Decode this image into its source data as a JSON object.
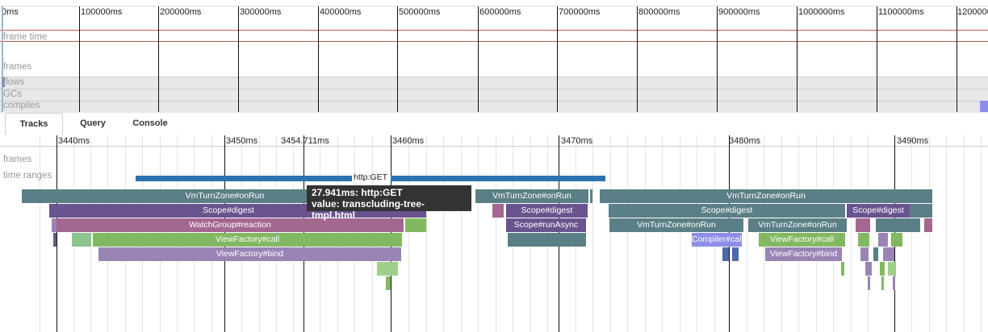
{
  "overview": {
    "tick_labels": [
      "0ms",
      "100000ms",
      "200000ms",
      "300000ms",
      "400000ms",
      "500000ms",
      "600000ms",
      "700000ms",
      "800000ms",
      "900000ms",
      "1000000ms",
      "1100000ms",
      "1200000"
    ],
    "tracks": {
      "frame_time": "frame time",
      "frames": "frames",
      "flows": "flows",
      "gcs": "GCs",
      "compiles": "compiles"
    }
  },
  "tabs": [
    {
      "label": "Tracks",
      "active": true
    },
    {
      "label": "Query",
      "active": false
    },
    {
      "label": "Console",
      "active": false
    }
  ],
  "timeline": {
    "tick_labels": [
      "3440ms",
      "3450ms",
      "3454.711ms",
      "3460ms",
      "3470ms",
      "3480ms",
      "3490ms"
    ],
    "tracks": {
      "frames": "frames",
      "time_ranges": "time ranges"
    },
    "range_label": "http:GET",
    "tooltip": {
      "line1": "27.941ms: http:GET",
      "line2": "value: transcluding-tree-tmpl.html"
    },
    "slices": [
      "VmTurnZone#onRun",
      "VmTurnZone#onRun",
      "VmTurnZone#onRun",
      "Scope#digest",
      "Scope#digest",
      "Scope#digest",
      "Scope#digest",
      "WatchGroup#reaction",
      "Scope#runAsync",
      "VmTurnZone#onRun",
      "VmTurnZone#onRun",
      "ViewFactory#call",
      "Compiler#call",
      "ViewFactory#call",
      "ViewFactory#bind",
      "ViewFactory#bind"
    ]
  },
  "colors": {
    "teal": "#5b7f86",
    "purple": "#6a548f",
    "pink": "#a4678f",
    "green": "#82b862",
    "lavender": "#9984b5",
    "lightgreen": "#9fd08a",
    "blue": "#2b73b0",
    "compiler": "#8d8de8"
  }
}
